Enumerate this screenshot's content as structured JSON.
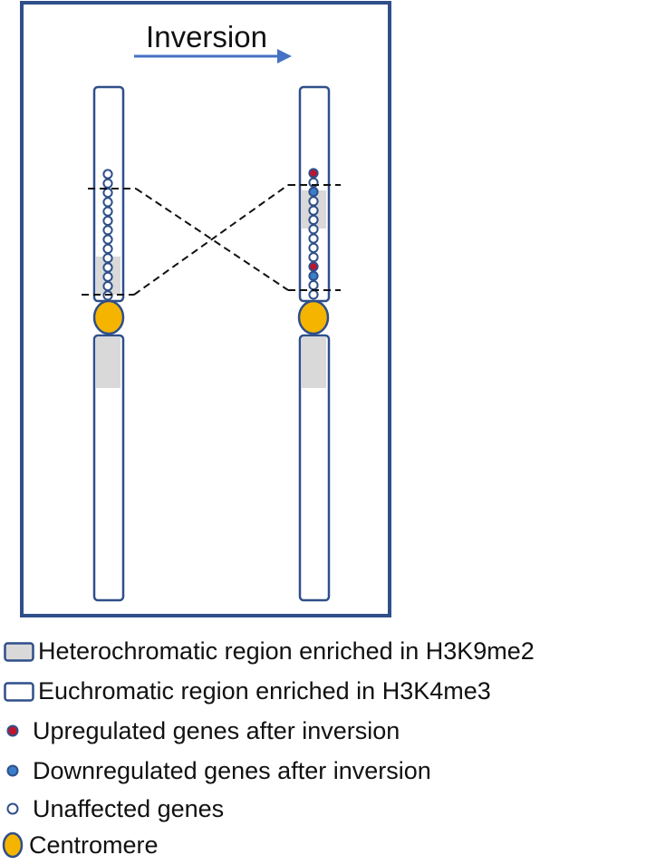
{
  "title": "Inversion",
  "colors": {
    "frame": "#2f4f8a",
    "chromosome_outline": "#2f4f8a",
    "heterochromatin_fill": "#d9d9d9",
    "centromere_fill": "#f5b400",
    "upregulated": "#c0142c",
    "downregulated": "#3a7ec9",
    "unaffected": "#ffffff",
    "arrow": "#4472c4"
  },
  "chromosomes": [
    {
      "id": "before",
      "genes": [
        "unaffected",
        "unaffected",
        "unaffected",
        "unaffected",
        "unaffected",
        "unaffected",
        "unaffected",
        "unaffected",
        "unaffected",
        "unaffected",
        "unaffected",
        "unaffected",
        "unaffected",
        "unaffected"
      ]
    },
    {
      "id": "after",
      "genes": [
        "upregulated",
        "unaffected",
        "downregulated",
        "unaffected",
        "unaffected",
        "unaffected",
        "unaffected",
        "unaffected",
        "unaffected",
        "unaffected",
        "upregulated",
        "downregulated",
        "unaffected",
        "unaffected"
      ]
    }
  ],
  "legend": [
    {
      "icon": "heterochromatin-swatch",
      "label": "Heterochromatic region enriched in H3K9me2"
    },
    {
      "icon": "euchromatin-swatch",
      "label": "Euchromatic region enriched  in H3K4me3"
    },
    {
      "icon": "upregulated-gene-dot",
      "label": "Upregulated genes after inversion"
    },
    {
      "icon": "downregulated-gene-dot",
      "label": "Downregulated genes after inversion"
    },
    {
      "icon": "unaffected-gene-dot",
      "label": "Unaffected genes"
    },
    {
      "icon": "centromere-oval",
      "label": "Centromere"
    }
  ]
}
